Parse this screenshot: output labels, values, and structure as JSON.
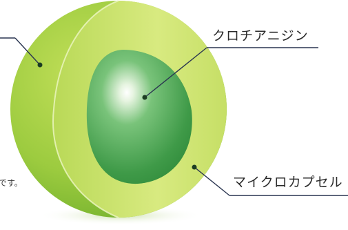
{
  "labels": {
    "core": "クロチアニジン",
    "shell": "マイクロカプセル",
    "left_cutoff_text": "です。"
  },
  "colors": {
    "outer_shell": "#8cc63f",
    "outer_shell_light": "#b6da52",
    "inner_ring": "#d2e67a",
    "core_dark": "#3f9a48",
    "core_light": "#86c98a",
    "leader_line": "#2a3550",
    "dot": "#1c3d23"
  }
}
